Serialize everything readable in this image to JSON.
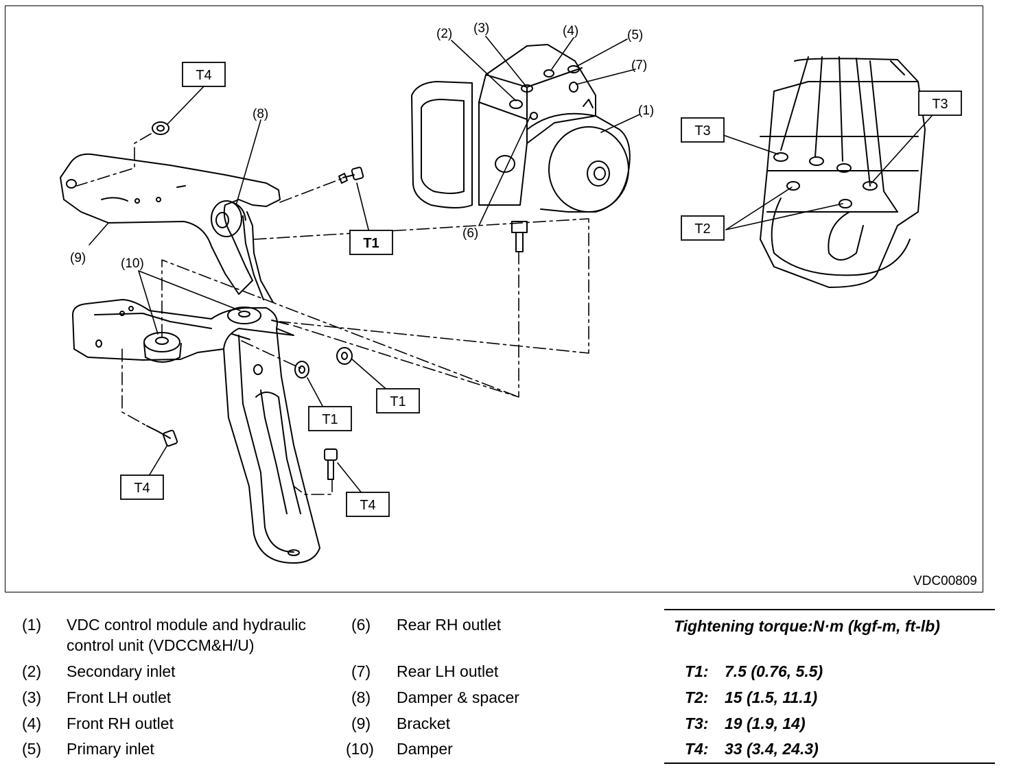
{
  "figure": {
    "code": "VDC00809",
    "callouts": [
      "(1)",
      "(2)",
      "(3)",
      "(4)",
      "(5)",
      "(6)",
      "(7)",
      "(8)",
      "(9)",
      "(10)"
    ],
    "torque_labels": {
      "T1": "T1",
      "T2": "T2",
      "T3": "T3",
      "T4": "T4"
    }
  },
  "legend": [
    {
      "num": "(1)",
      "text": "VDC control module and hydraulic",
      "text2": "control unit (VDCCM&H/U)"
    },
    {
      "num": "(2)",
      "text": "Secondary inlet"
    },
    {
      "num": "(3)",
      "text": "Front LH outlet"
    },
    {
      "num": "(4)",
      "text": "Front RH outlet"
    },
    {
      "num": "(5)",
      "text": "Primary inlet"
    },
    {
      "num": "(6)",
      "text": "Rear RH outlet"
    },
    {
      "num": "(7)",
      "text": "Rear LH outlet"
    },
    {
      "num": "(8)",
      "text": "Damper & spacer"
    },
    {
      "num": "(9)",
      "text": "Bracket"
    },
    {
      "num": "(10)",
      "text": "Damper"
    }
  ],
  "torque": {
    "title": "Tightening torque:N·m (kgf-m, ft-lb)",
    "rows": [
      {
        "key": "T1:",
        "value": "7.5 (0.76, 5.5)"
      },
      {
        "key": "T2:",
        "value": "15 (1.5, 11.1)"
      },
      {
        "key": "T3:",
        "value": "19 (1.9, 14)"
      },
      {
        "key": "T4:",
        "value": "33 (3.4, 24.3)"
      }
    ]
  }
}
